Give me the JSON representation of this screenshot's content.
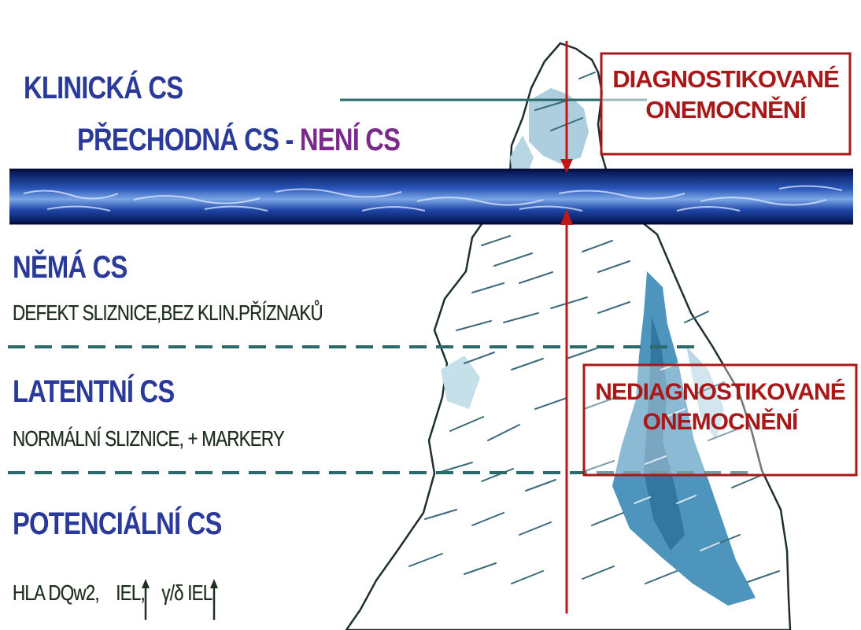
{
  "levels": {
    "clinical": "KLINICKÁ CS",
    "transitional_a": "PŘECHODNÁ CS - ",
    "transitional_b": "NENÍ CS",
    "silent": "NĚMÁ CS",
    "silent_desc": "DEFEKT SLIZNICE,BEZ KLIN.PŘÍZNAKŮ",
    "latent": "LATENTNÍ CS",
    "latent_desc": "NORMÁLNÍ SLIZNICE, + MARKERY",
    "potential": "POTENCIÁLNÍ CS",
    "potential_desc_1": "HLA DQw2,",
    "potential_desc_2": "IEL,",
    "potential_desc_3": "γ/δ IEL"
  },
  "boxes": {
    "diagnosed_line1": "DIAGNOSTIKOVANÉ",
    "diagnosed_line2": "ONEMOCNĚNÍ",
    "undiagnosed_line1": "NEDIAGNOSTIKOVANÉ",
    "undiagnosed_line2": "ONEMOCNĚNÍ"
  },
  "icons": [
    "up-arrow-icon",
    "down-arrow-icon"
  ],
  "colors": {
    "level_title": "#2a3a9a",
    "not_cs": "#7a2a8a",
    "description": "#1f2f1f",
    "box_border": "#a81818",
    "box_text": "#a81818",
    "arrow": "#c01818",
    "water_dark": "#0a1a6a",
    "water_light": "#4a78d0",
    "ice_light": "#9ec6d8",
    "ice_deep": "#2a7aa6",
    "divider": "#2a6a6a"
  }
}
